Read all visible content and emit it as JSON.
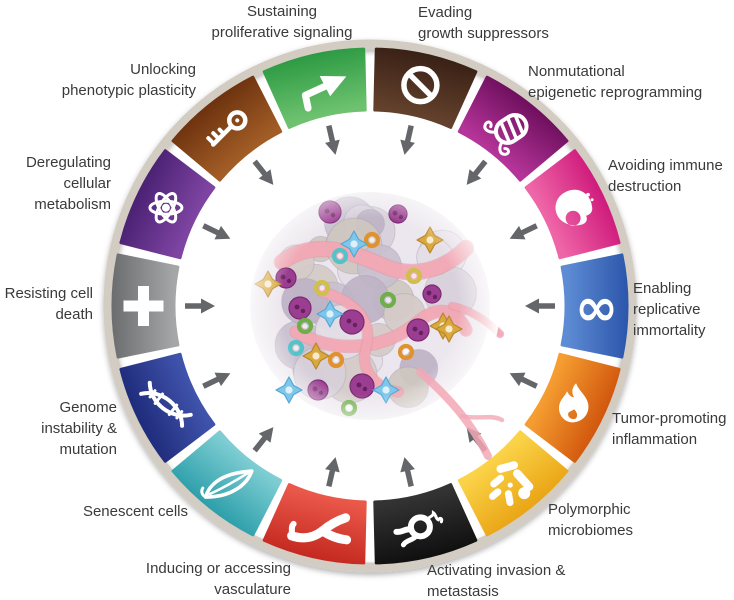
{
  "figure": {
    "type": "circular-hallmarks-diagram",
    "background": "#ffffff",
    "ring": {
      "track_color": "#d2ccc2",
      "gap_color": "#ffffff",
      "arrow_color": "#64666a",
      "icon_color": "#ffffff",
      "label_color": "#3a3a3a"
    },
    "center_illustration": {
      "name": "tumor-cell-cluster",
      "palette": {
        "cell_mass": [
          "#d8d1db",
          "#c9c0cf",
          "#bfb4c6",
          "#e4dee7",
          "#d5cbc9",
          "#cfc7c0"
        ],
        "vasculature": "#f2a8b5",
        "purple_cell": "#9b3d90",
        "gold_star": "#d9a93e",
        "blue_star": "#7ec7ea",
        "ring_cells": [
          "#6fae4a",
          "#e2912f",
          "#52c3c9",
          "#cfc04c"
        ]
      }
    },
    "segments": [
      {
        "id": "evading-growth-suppressors",
        "label_lines": [
          "Evading",
          "growth suppressors"
        ],
        "icon": "prohibition-icon",
        "color_outer": "#3a2116",
        "color_inner": "#63412c"
      },
      {
        "id": "nonmutational-epigenetic-reprogramming",
        "label_lines": [
          "Nonmutational",
          "epigenetic reprogramming"
        ],
        "icon": "chromatin-icon",
        "color_outer": "#70105f",
        "color_inner": "#b53499"
      },
      {
        "id": "avoiding-immune-destruction",
        "label_lines": [
          "Avoiding immune",
          "destruction"
        ],
        "icon": "embryo-icon",
        "color_outer": "#d01d7d",
        "color_inner": "#ef66a8"
      },
      {
        "id": "enabling-replicative-immortality",
        "label_lines": [
          "Enabling",
          "replicative",
          "immortality"
        ],
        "icon": "infinity-icon",
        "color_outer": "#2d57ac",
        "color_inner": "#5e8cd4"
      },
      {
        "id": "tumor-promoting-inflammation",
        "label_lines": [
          "Tumor-promoting",
          "inflammation"
        ],
        "icon": "flame-icon",
        "color_outer": "#d2580e",
        "color_inner": "#f59d31"
      },
      {
        "id": "polymorphic-microbiomes",
        "label_lines": [
          "Polymorphic",
          "microbiomes"
        ],
        "icon": "bacteria-icon",
        "color_outer": "#eaa616",
        "color_inner": "#fbd348"
      },
      {
        "id": "activating-invasion-metastasis",
        "label_lines": [
          "Activating invasion &",
          "metastasis"
        ],
        "icon": "invasive-cell-icon",
        "color_outer": "#101010",
        "color_inner": "#333333"
      },
      {
        "id": "inducing-or-accessing-vasculature",
        "label_lines": [
          "Inducing or accessing",
          "vasculature"
        ],
        "icon": "vessel-icon",
        "color_outer": "#c52a20",
        "color_inner": "#ea584a"
      },
      {
        "id": "senescent-cells",
        "label_lines": [
          "Senescent cells"
        ],
        "icon": "leaf-icon",
        "color_outer": "#2fa0ab",
        "color_inner": "#7dcdd2"
      },
      {
        "id": "genome-instability-mutation",
        "label_lines": [
          "Genome",
          "instability &",
          "mutation"
        ],
        "icon": "dna-icon",
        "color_outer": "#202c7c",
        "color_inner": "#3f53ab"
      },
      {
        "id": "resisting-cell-death",
        "label_lines": [
          "Resisting cell",
          "death"
        ],
        "icon": "cross-icon",
        "color_outer": "#6d6e70",
        "color_inner": "#a4a6a8"
      },
      {
        "id": "deregulating-cellular-metabolism",
        "label_lines": [
          "Deregulating",
          "cellular",
          "metabolism"
        ],
        "icon": "atom-icon",
        "color_outer": "#4b2274",
        "color_inner": "#7e44a2"
      },
      {
        "id": "unlocking-phenotypic-plasticity",
        "label_lines": [
          "Unlocking",
          "phenotypic plasticity"
        ],
        "icon": "key-icon",
        "color_outer": "#6e330f",
        "color_inner": "#a25d26"
      },
      {
        "id": "sustaining-proliferative-signaling",
        "label_lines": [
          "Sustaining",
          "proliferative signaling"
        ],
        "icon": "bent-arrow-icon",
        "color_outer": "#2e9b44",
        "color_inner": "#6ec26f"
      }
    ]
  }
}
